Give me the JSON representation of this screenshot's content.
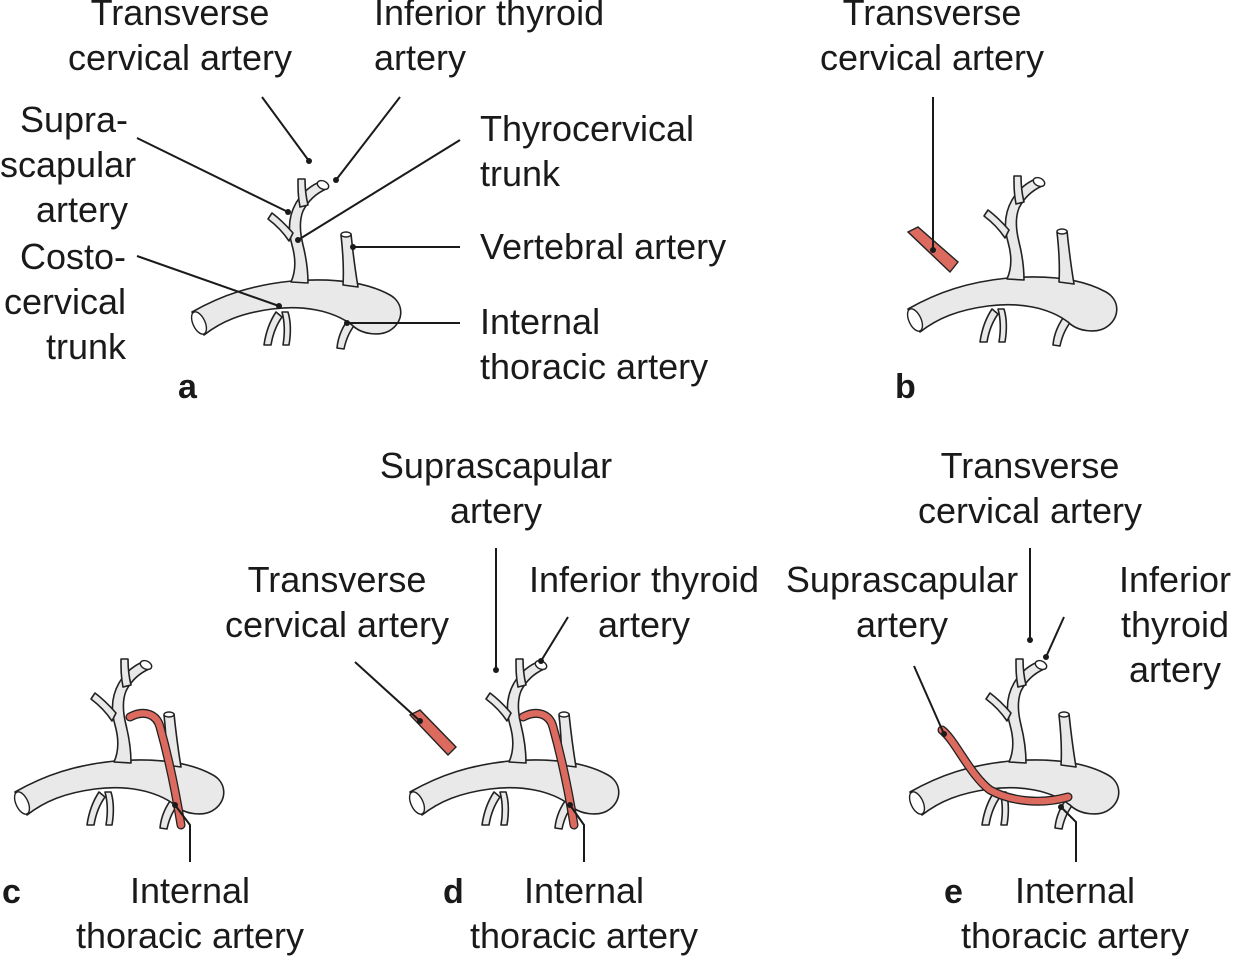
{
  "colors": {
    "vessel": "#e9e9e9",
    "variant_artery": "#dd6a5e",
    "outline": "#222222"
  },
  "panel_a": {
    "letter": "a",
    "transverse_cervical": [
      "Transverse",
      "cervical artery"
    ],
    "inferior_thyroid": [
      "Inferior thyroid",
      "artery"
    ],
    "suprascapular": [
      "Supra-",
      "scapular",
      "artery"
    ],
    "thyrocervical": [
      "Thyrocervical",
      "trunk"
    ],
    "costocervical": [
      "Costo-",
      "cervical",
      "trunk"
    ],
    "vertebral": [
      "Vertebral artery"
    ],
    "internal_thoracic": [
      "Internal",
      "thoracic artery"
    ]
  },
  "panel_b": {
    "letter": "b",
    "transverse_cervical": [
      "Transverse",
      "cervical artery"
    ]
  },
  "panel_c": {
    "letter": "c",
    "internal_thoracic": [
      "Internal",
      "thoracic artery"
    ]
  },
  "panel_d": {
    "letter": "d",
    "suprascapular": [
      "Suprascapular",
      "artery"
    ],
    "transverse_cervical": [
      "Transverse",
      "cervical artery"
    ],
    "inferior_thyroid": [
      "Inferior thyroid",
      "artery"
    ],
    "internal_thoracic": [
      "Internal",
      "thoracic artery"
    ]
  },
  "panel_e": {
    "letter": "e",
    "transverse_cervical": [
      "Transverse",
      "cervical artery"
    ],
    "suprascapular": [
      "Suprascapular",
      "artery"
    ],
    "inferior_thyroid": [
      "Inferior",
      "thyroid",
      "artery"
    ],
    "internal_thoracic": [
      "Internal",
      "thoracic artery"
    ]
  }
}
